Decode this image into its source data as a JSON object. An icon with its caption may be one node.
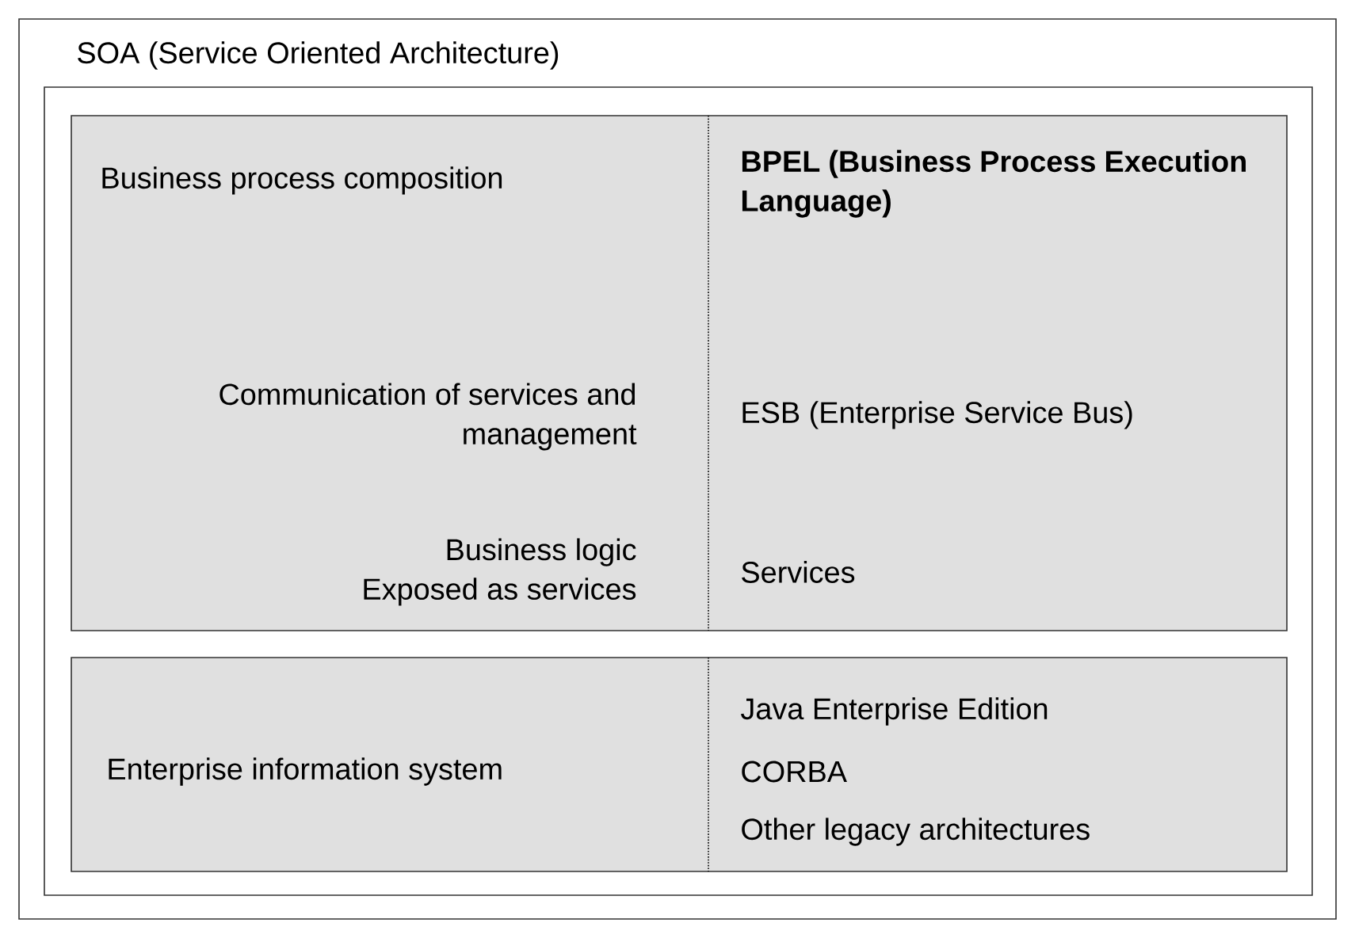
{
  "diagram": {
    "nodes": [
      {
        "text": [
          "SOA (Service Oriented Architecture)"
        ]
      },
      {
        "text": [],
        "shape": "box",
        "in": 0
      },
      {
        "text": [
          "Business process composition",
          "BPEL (Business Process Execution Language)",
          "Communication of services and management",
          "ESB (Enterprise Service Bus)",
          "Business logic Exposed as services",
          "Services"
        ],
        "in": 1
      },
      {
        "text": [
          "Enterprise information system",
          "Java Enterprise Edition",
          "CORBA",
          "Other legacy architectures"
        ],
        "in": 1
      }
    ]
  }
}
